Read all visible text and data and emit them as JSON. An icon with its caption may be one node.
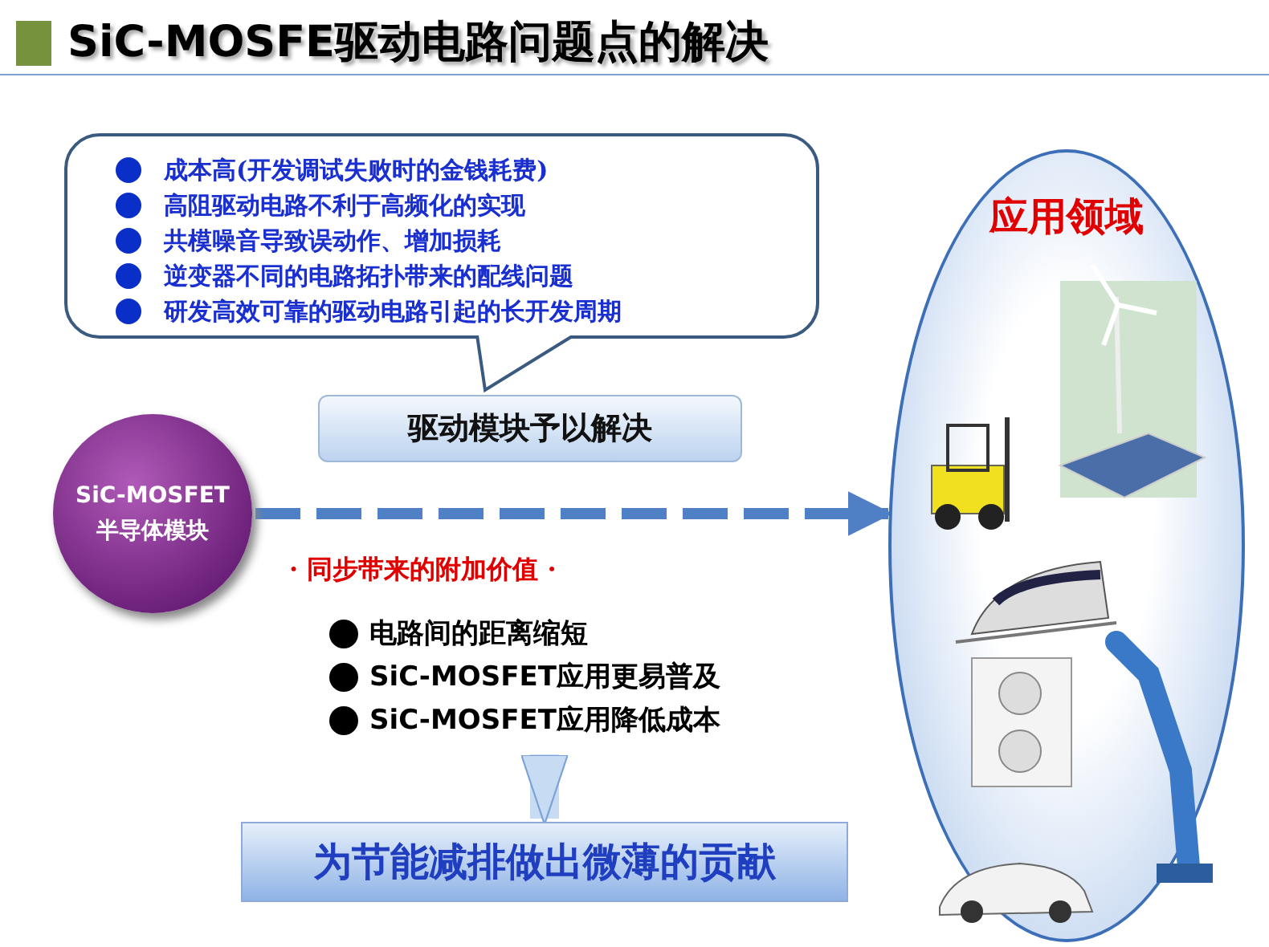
{
  "diagram": {
    "title": "SiC-MOSFE驱动电路问题点的解决",
    "nodes": [
      {
        "text": [
          "成本高(开发调试失败时的金钱耗费)",
          "高阻驱动电路不利于高频化的实现",
          "共模噪音导致误动作、增加损耗",
          "逆变器不同的电路拓扑带来的配线问题",
          "研发高效可靠的驱动电路引起的长开发周期"
        ]
      },
      {
        "text": [
          "驱动模块予以解决"
        ]
      },
      {
        "text": [
          "SiC-MOSFET 半导体模块"
        ]
      },
      {
        "text": [
          "应用领域"
        ]
      },
      {
        "text": [
          "为节能减排做出微薄的贡献"
        ]
      }
    ],
    "edges": [
      {
        "from": 2,
        "to": 3,
        "arrow": "to",
        "style": "dashed"
      },
      {
        "from": null,
        "to": 4,
        "arrow": "to",
        "style": "thick",
        "color": "#c7dcf3"
      }
    ],
    "labels": [
      "· 同步带来的附加价值 ·",
      "电路间的距离缩短",
      "SiC-MOSFET应用更易普及",
      "SiC-MOSFET应用降低成本"
    ]
  }
}
